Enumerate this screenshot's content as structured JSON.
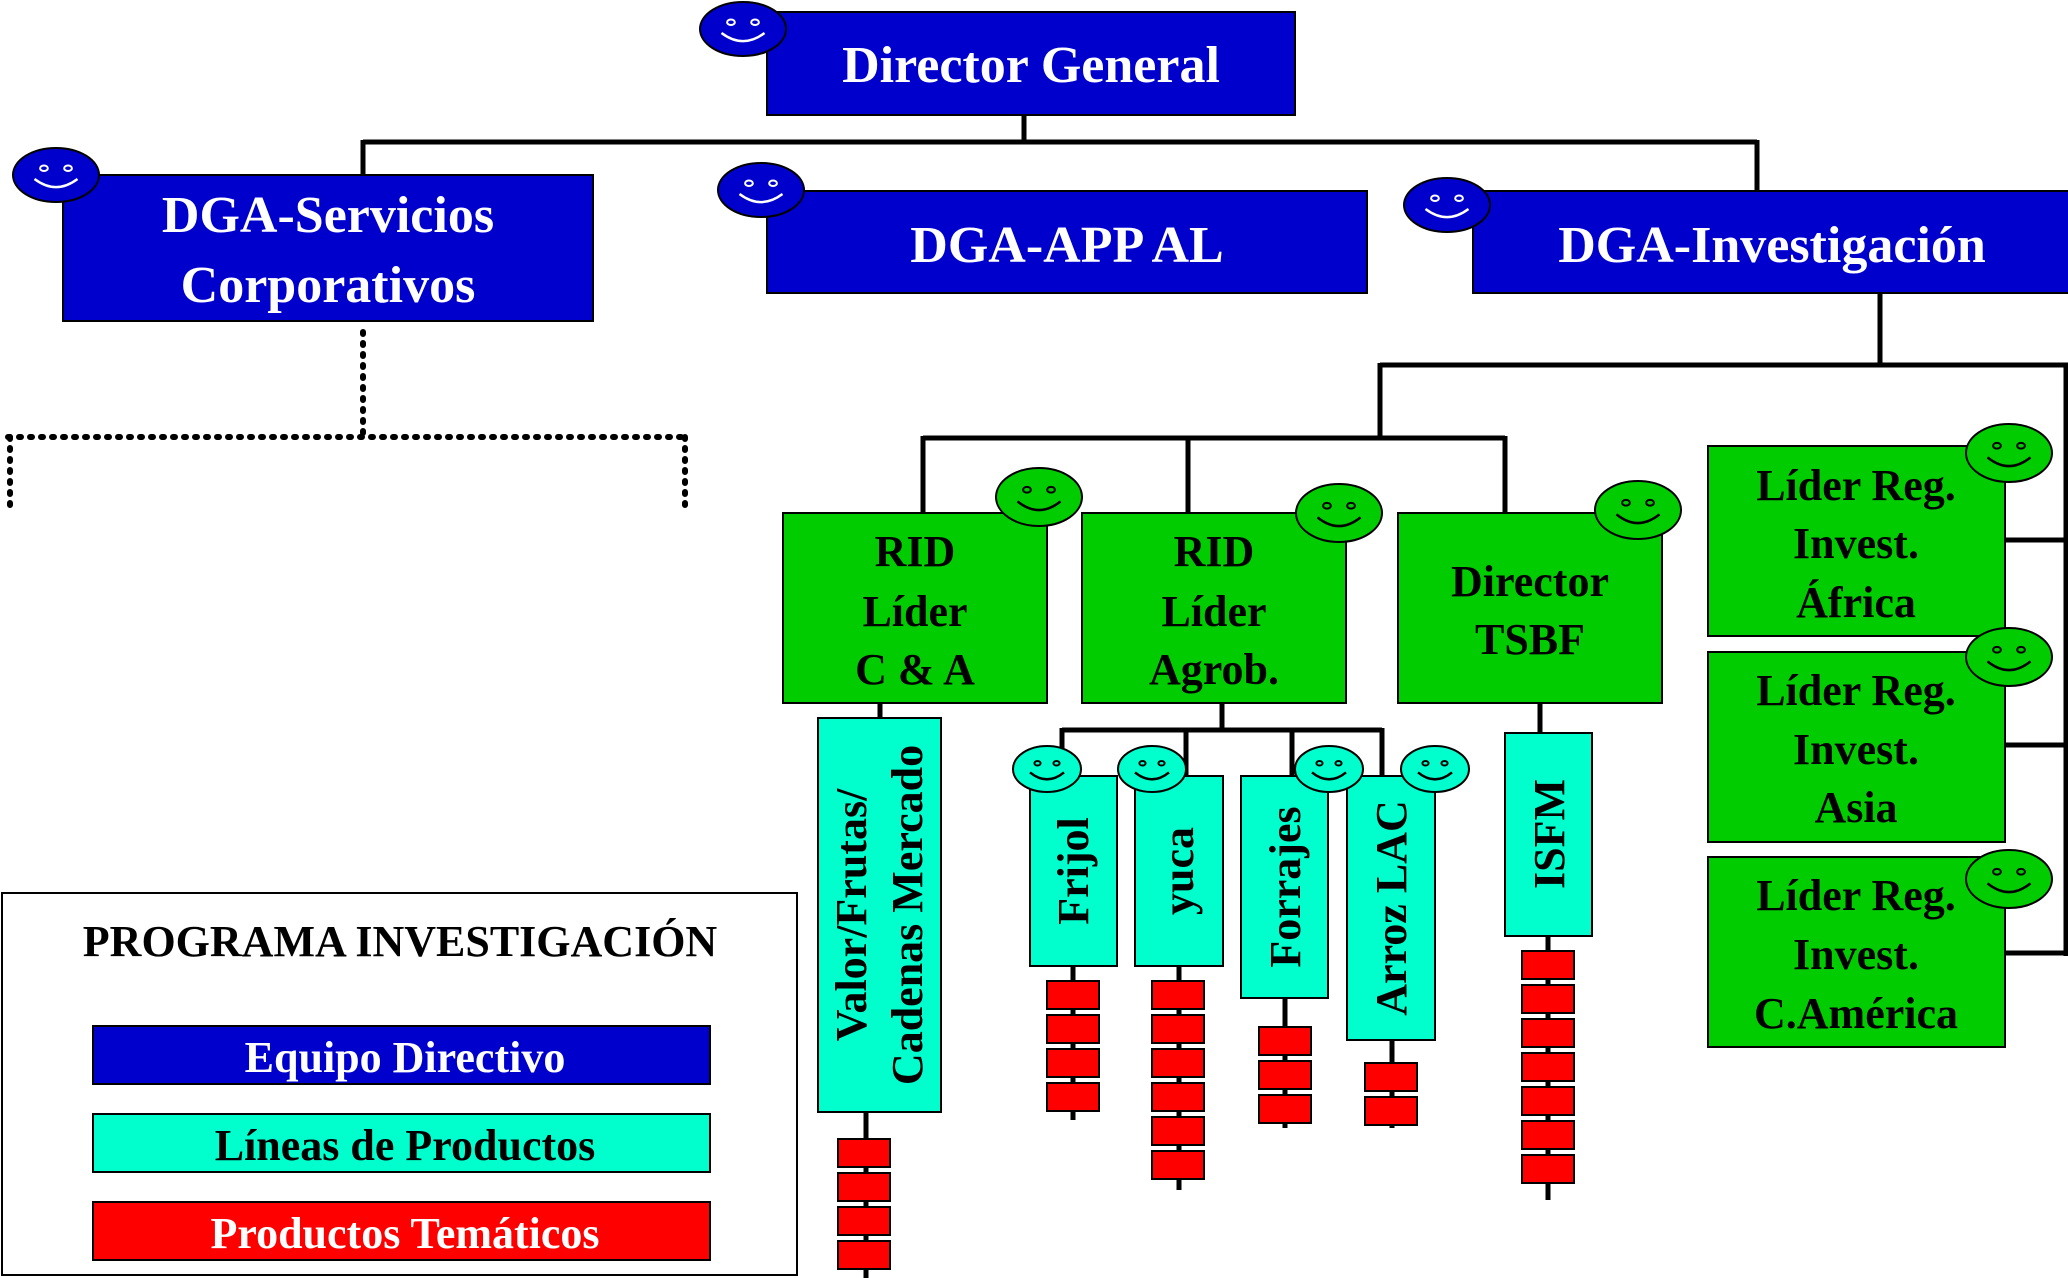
{
  "colors": {
    "directive": "#0000cc",
    "product_line": "#00ffcc",
    "thematic": "#ff0000",
    "leader": "#00cc00",
    "line": "#000000"
  },
  "top": {
    "director_general": "Director General",
    "dga_servicios": [
      "DGA-Servicios",
      "Corporativos"
    ],
    "dga_app": "DGA-APP AL",
    "dga_investigacion": "DGA-Investigación"
  },
  "leaders": {
    "rid_ca": [
      "RID",
      "Líder",
      "C & A"
    ],
    "rid_agrob": [
      "RID",
      "Líder",
      "Agrob."
    ],
    "director_tsbf": [
      "Director",
      "TSBF"
    ],
    "africa": [
      "Líder Reg.",
      "Invest.",
      "África"
    ],
    "asia": [
      "Líder Reg.",
      "Invest.",
      "Asia"
    ],
    "camerica": [
      "Líder Reg.",
      "Invest.",
      "C.América"
    ]
  },
  "product_lines": {
    "valor": [
      "Valor/Frutas/",
      "Cadenas Mercado"
    ],
    "frijol": "Frijol",
    "yuca": "yuca",
    "forrajes": "Forrajes",
    "arroz": "Arroz LAC",
    "isfm": "ISFM"
  },
  "thematic_counts": {
    "valor": 4,
    "frijol": 4,
    "yuca": 6,
    "forrajes": 3,
    "arroz": 2,
    "isfm": 7
  },
  "legend": {
    "title": "PROGRAMA INVESTIGACIÓN",
    "items": [
      {
        "label": "Equipo Directivo",
        "color": "#0000cc",
        "text_color": "#ffffff"
      },
      {
        "label": "Líneas de Productos",
        "color": "#00ffcc",
        "text_color": "#000000"
      },
      {
        "label": "Productos Temáticos",
        "color": "#ff0000",
        "text_color": "#ffffff"
      }
    ]
  }
}
